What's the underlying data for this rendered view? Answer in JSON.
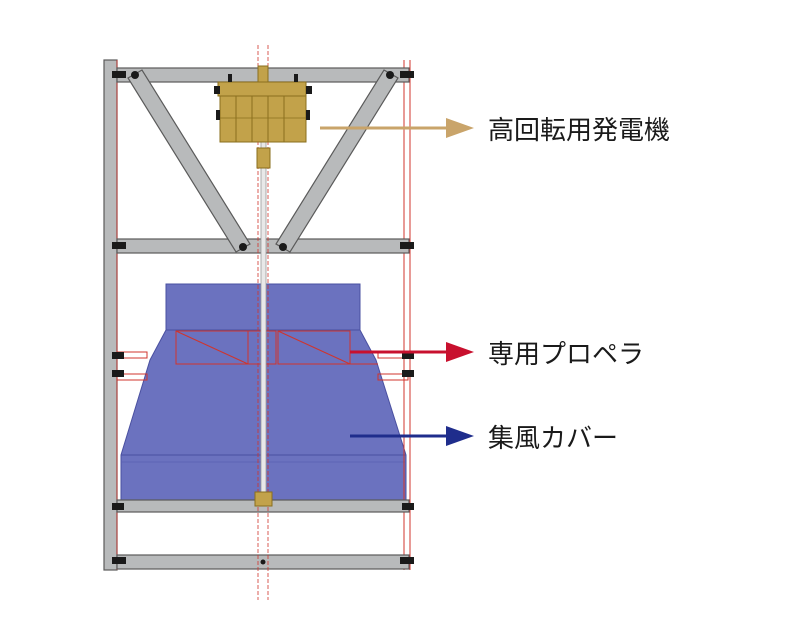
{
  "labels": {
    "generator": "高回転用発電機",
    "propeller": "専用プロペラ",
    "cover": "集風カバー"
  },
  "colors": {
    "frame_fill": "#b8babb",
    "frame_stroke": "#5a5a5a",
    "red_line": "#d0342c",
    "generator": "#c2a24a",
    "generator_dark": "#8a6f1e",
    "cover": "#6b72bf",
    "arrow_generator": "#c9a46a",
    "arrow_propeller": "#c8102e",
    "arrow_cover": "#1f2d8c"
  }
}
